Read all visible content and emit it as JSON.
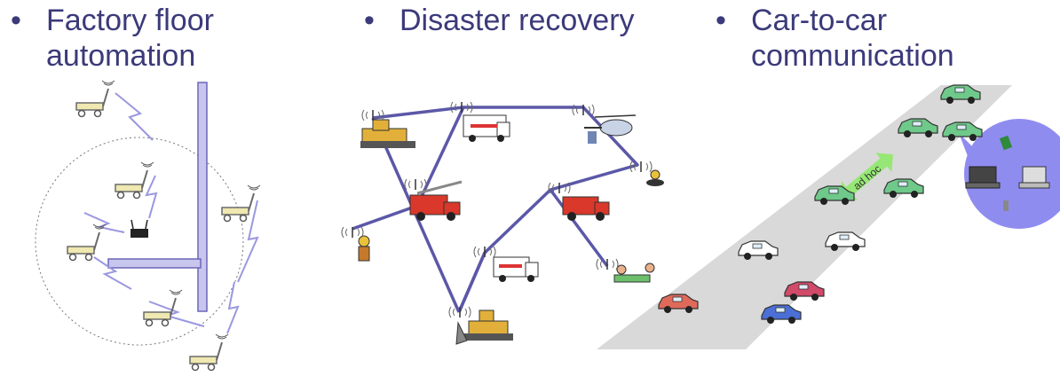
{
  "headings": [
    {
      "bullet": "•",
      "lines": [
        "Factory floor",
        "automation"
      ]
    },
    {
      "bullet": "•",
      "lines": [
        "Disaster recovery"
      ]
    },
    {
      "bullet": "•",
      "lines": [
        "Car-to-car",
        "communication"
      ]
    }
  ],
  "adhoc_label": "ad hoc",
  "colors": {
    "heading": "#3b3a7a",
    "link": "#5b58a8",
    "wall": "#c9c6ee",
    "wall_stroke": "#6a67b8",
    "road": "#d9d9d9",
    "cloud": "#8f8cf0",
    "cart": "#efe8b0",
    "green_car": "#6fc98a"
  },
  "icons": [
    "robot-cart-icon",
    "access-point-icon",
    "bulldozer-icon",
    "ambulance-icon",
    "helicopter-icon",
    "fire-truck-icon",
    "firefighter-icon",
    "car-icon",
    "laptop-icon"
  ]
}
